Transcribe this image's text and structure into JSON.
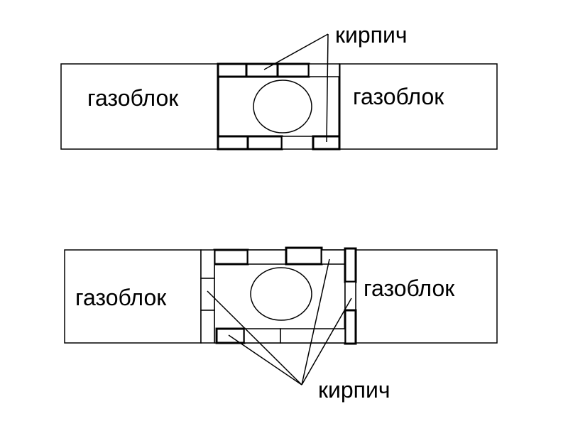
{
  "diagram_1": {
    "left_label": "газоблок",
    "right_label": "газоблок",
    "brick_label": "кирпич"
  },
  "diagram_2": {
    "left_label": "газоблок",
    "right_label": "газоблок",
    "brick_label": "кирпич"
  },
  "colors": {
    "stroke": "#000000",
    "background": "#ffffff"
  }
}
